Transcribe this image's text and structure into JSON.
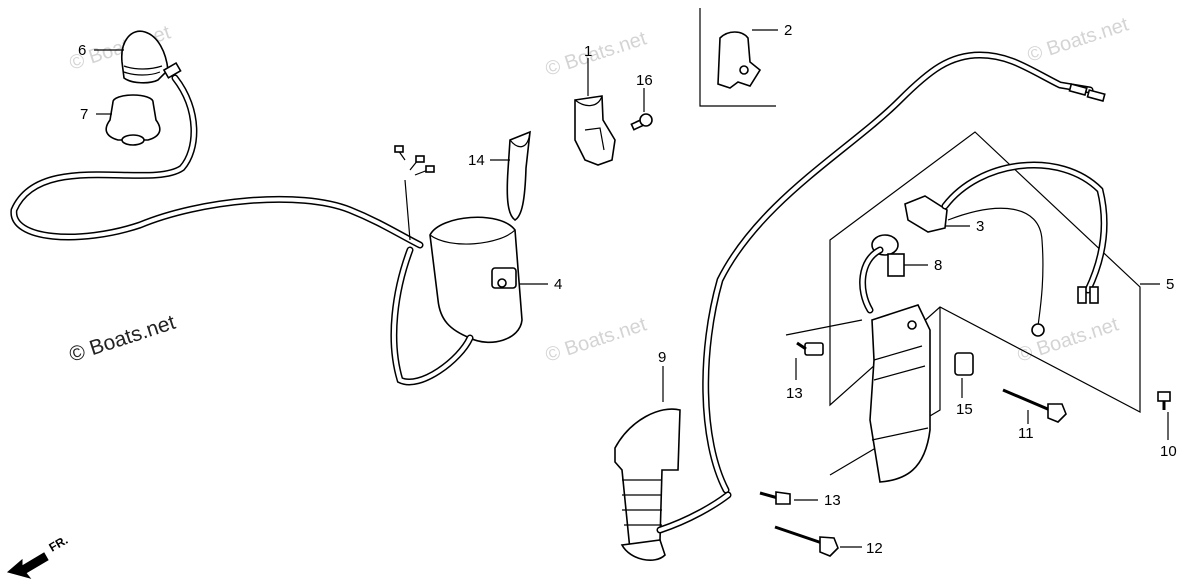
{
  "watermarks": {
    "main": "© Boats.net",
    "faint": "© Boats.net"
  },
  "direction_marker": {
    "label": "FR.",
    "icon": "front-arrow-icon"
  },
  "callouts": {
    "c1": "1",
    "c2": "2",
    "c3": "3",
    "c4": "4",
    "c5": "5",
    "c6": "6",
    "c7": "7",
    "c8": "8",
    "c9": "9",
    "c10": "10",
    "c11": "11",
    "c12": "12",
    "c13a": "13",
    "c13b": "13",
    "c14": "14",
    "c15": "15",
    "c16": "16"
  }
}
